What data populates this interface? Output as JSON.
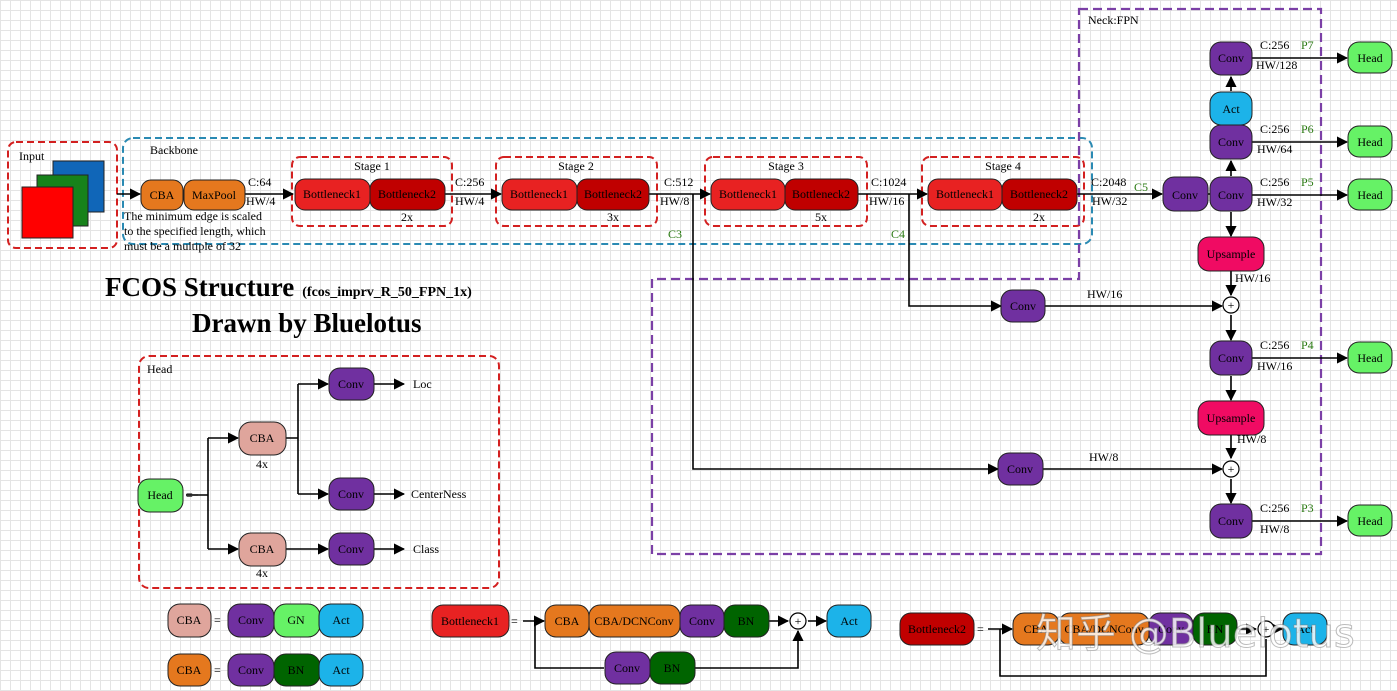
{
  "title": {
    "main": "FCOS Structure",
    "sub": "(fcos_imprv_R_50_FPN_1x)",
    "author": "Drawn by Bluelotus"
  },
  "groups": {
    "input": "Input",
    "backbone": "Backbone",
    "neck": "Neck:FPN",
    "head": "Head",
    "stage1": "Stage 1",
    "stage2": "Stage 2",
    "stage3": "Stage 3",
    "stage4": "Stage 4"
  },
  "backbone": {
    "cba": "CBA",
    "maxpool": "MaxPool",
    "bottleneck1": "Bottleneck1",
    "bottleneck2": "Bottleneck2",
    "repeats": [
      "2x",
      "3x",
      "5x",
      "2x"
    ],
    "note": [
      "The minimum edge is scaled",
      "to the specified length, which",
      "must be a multiple of 32"
    ],
    "dims": [
      {
        "c": "C:64",
        "hw": "HW/4"
      },
      {
        "c": "C:256",
        "hw": "HW/4"
      },
      {
        "c": "C:512",
        "hw": "HW/8"
      },
      {
        "c": "C:1024",
        "hw": "HW/16"
      },
      {
        "c": "C:2048",
        "hw": "HW/32"
      }
    ],
    "taps": [
      "C3",
      "C4",
      "C5"
    ]
  },
  "fpn": {
    "conv": "Conv",
    "act": "Act",
    "upsample": "Upsample",
    "head": "Head",
    "plus": "+",
    "levels": [
      {
        "name": "P7",
        "c": "C:256",
        "hw": "HW/128"
      },
      {
        "name": "P6",
        "c": "C:256",
        "hw": "HW/64"
      },
      {
        "name": "P5",
        "c": "C:256",
        "hw": "HW/32"
      },
      {
        "name": "P4",
        "c": "C:256",
        "hw": "HW/16"
      },
      {
        "name": "P3",
        "c": "C:256",
        "hw": "HW/8"
      }
    ],
    "up_hw": [
      "HW/16",
      "HW/8"
    ],
    "lateral_hw": [
      "HW/16",
      "HW/8"
    ]
  },
  "head_detail": {
    "head": "Head",
    "eq": "=",
    "cba": "CBA",
    "repeat": "4x",
    "conv": "Conv",
    "outputs": [
      "Loc",
      "CenterNess",
      "Class"
    ]
  },
  "legend": {
    "eq": "=",
    "cba": "CBA",
    "conv": "Conv",
    "gn": "GN",
    "bn": "BN",
    "act": "Act",
    "bottleneck1": "Bottleneck1",
    "bottleneck2": "Bottleneck2",
    "dcn": "CBA/DCNConv",
    "plus": "+"
  },
  "watermark": "知乎 @Bluelotus",
  "colors": {
    "cba_orange": "#e5781e",
    "cba_pink": "#dfa59c",
    "conv_purple": "#7030a0",
    "act_blue": "#1cb3e9",
    "head_green": "#66f266",
    "bottleneck_red": "#e82222",
    "bottleneck_dark": "#c00000",
    "upsample_pink": "#f00b63",
    "bn_green": "#006400",
    "gn_green": "#66f266",
    "group_red": "#d32020",
    "group_blue": "#2a8ab3",
    "group_purple": "#7b3fa6"
  },
  "icons": {
    "input": "rgb-image-stack-icon",
    "plus": "sum-circle-icon"
  }
}
